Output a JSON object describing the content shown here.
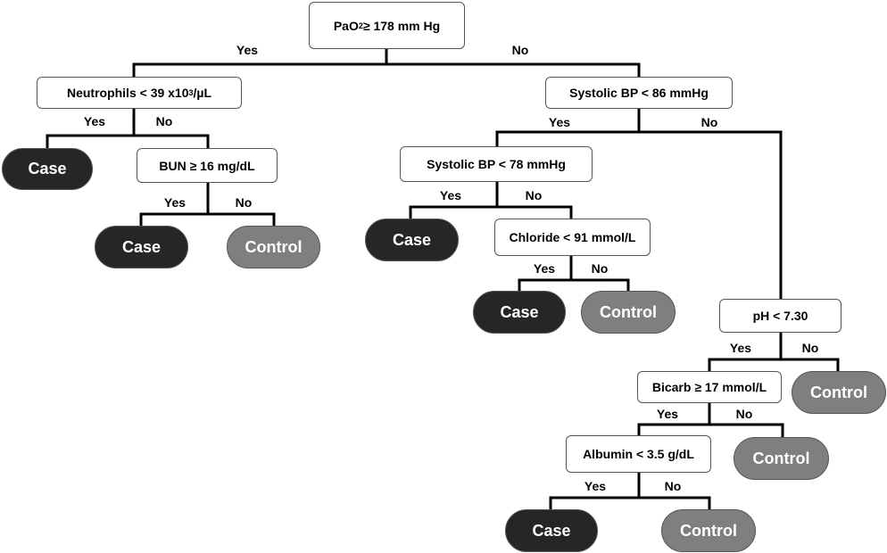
{
  "labels": {
    "yes": "Yes",
    "no": "No"
  },
  "colors": {
    "case": "#262626",
    "control": "#7f7f7f",
    "edge": "#000000"
  },
  "nodes": {
    "root": {
      "pre": "PaO",
      "sub": "2",
      "post": " ≥ 178 mm Hg"
    },
    "neutrophils": {
      "pre": "Neutrophils < 39 x10",
      "sup": "3",
      "post": "/µL"
    },
    "sbp86": {
      "text": "Systolic BP < 86 mmHg"
    },
    "bun": {
      "text": "BUN ≥ 16 mg/dL"
    },
    "sbp78": {
      "text": "Systolic BP < 78 mmHg"
    },
    "chloride": {
      "text": "Chloride < 91 mmol/L"
    },
    "ph": {
      "text": "pH < 7.30"
    },
    "bicarb": {
      "text": "Bicarb ≥ 17 mmol/L"
    },
    "albumin": {
      "text": "Albumin < 3.5 g/dL"
    }
  },
  "leaves": {
    "l1": "Case",
    "l2": "Case",
    "l3": "Control",
    "l4": "Case",
    "l5": "Case",
    "l6": "Control",
    "l7": "Control",
    "l8": "Control",
    "l9": "Case",
    "l10": "Control"
  }
}
